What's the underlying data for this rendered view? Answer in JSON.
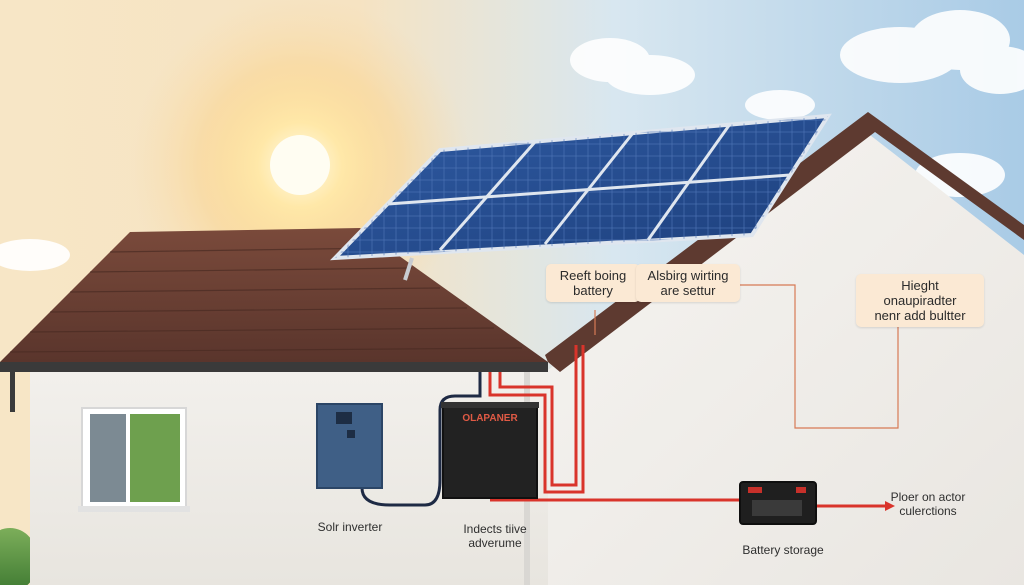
{
  "callouts": [
    {
      "lines": [
        "Reeft boing",
        "battery"
      ]
    },
    {
      "lines": [
        "Alsbirg wirting",
        "are settur"
      ]
    },
    {
      "lines": [
        "Hieght onaupiradter",
        "nenr add bultter"
      ]
    }
  ],
  "labels": {
    "solar_inverter": [
      "Solr inverter"
    ],
    "center_unit": [
      "Indects tiive",
      "adverume"
    ],
    "battery_storage": [
      "Battery storage"
    ],
    "flow_output": [
      "Ploer on actor",
      "culerctions"
    ]
  },
  "device_brand": "OLAPANER",
  "colors": {
    "wire_red": "#d9342b",
    "wall": "#f1efeb",
    "roof": "#6b3f33",
    "panel": "#244a8c",
    "callout_bg": "#fbe9d4"
  }
}
